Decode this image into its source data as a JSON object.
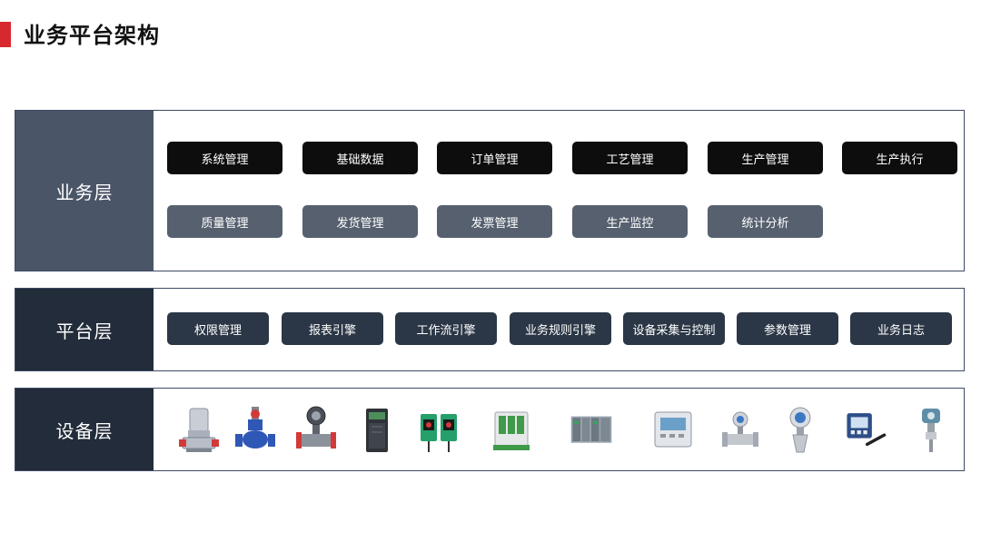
{
  "page": {
    "title": "业务平台架构",
    "accent_color": "#d7282f"
  },
  "business_layer": {
    "label": "业务层",
    "label_color": "#4b5568",
    "modules_row1": [
      "系统管理",
      "基础数据",
      "订单管理",
      "工艺管理",
      "生产管理",
      "生产执行"
    ],
    "modules_row2": [
      "质量管理",
      "发货管理",
      "发票管理",
      "生产监控",
      "统计分析"
    ]
  },
  "platform_layer": {
    "label": "平台层",
    "label_color": "#222c3a",
    "modules": [
      "权限管理",
      "报表引擎",
      "工作流引擎",
      "业务规则引擎",
      "设备采集与控制",
      "参数管理",
      "业务日志"
    ]
  },
  "device_layer": {
    "label": "设备层",
    "label_color": "#222c3a",
    "devices": [
      "pump-icon",
      "valve-icon",
      "flowmeter-icon",
      "inverter-icon",
      "photoelectric-sensor-icon",
      "relay-module-icon",
      "plc-module-icon",
      "meter-panel-icon",
      "electromagnetic-flowmeter-icon",
      "level-transmitter-icon",
      "analyzer-icon",
      "pressure-transmitter-icon"
    ]
  }
}
